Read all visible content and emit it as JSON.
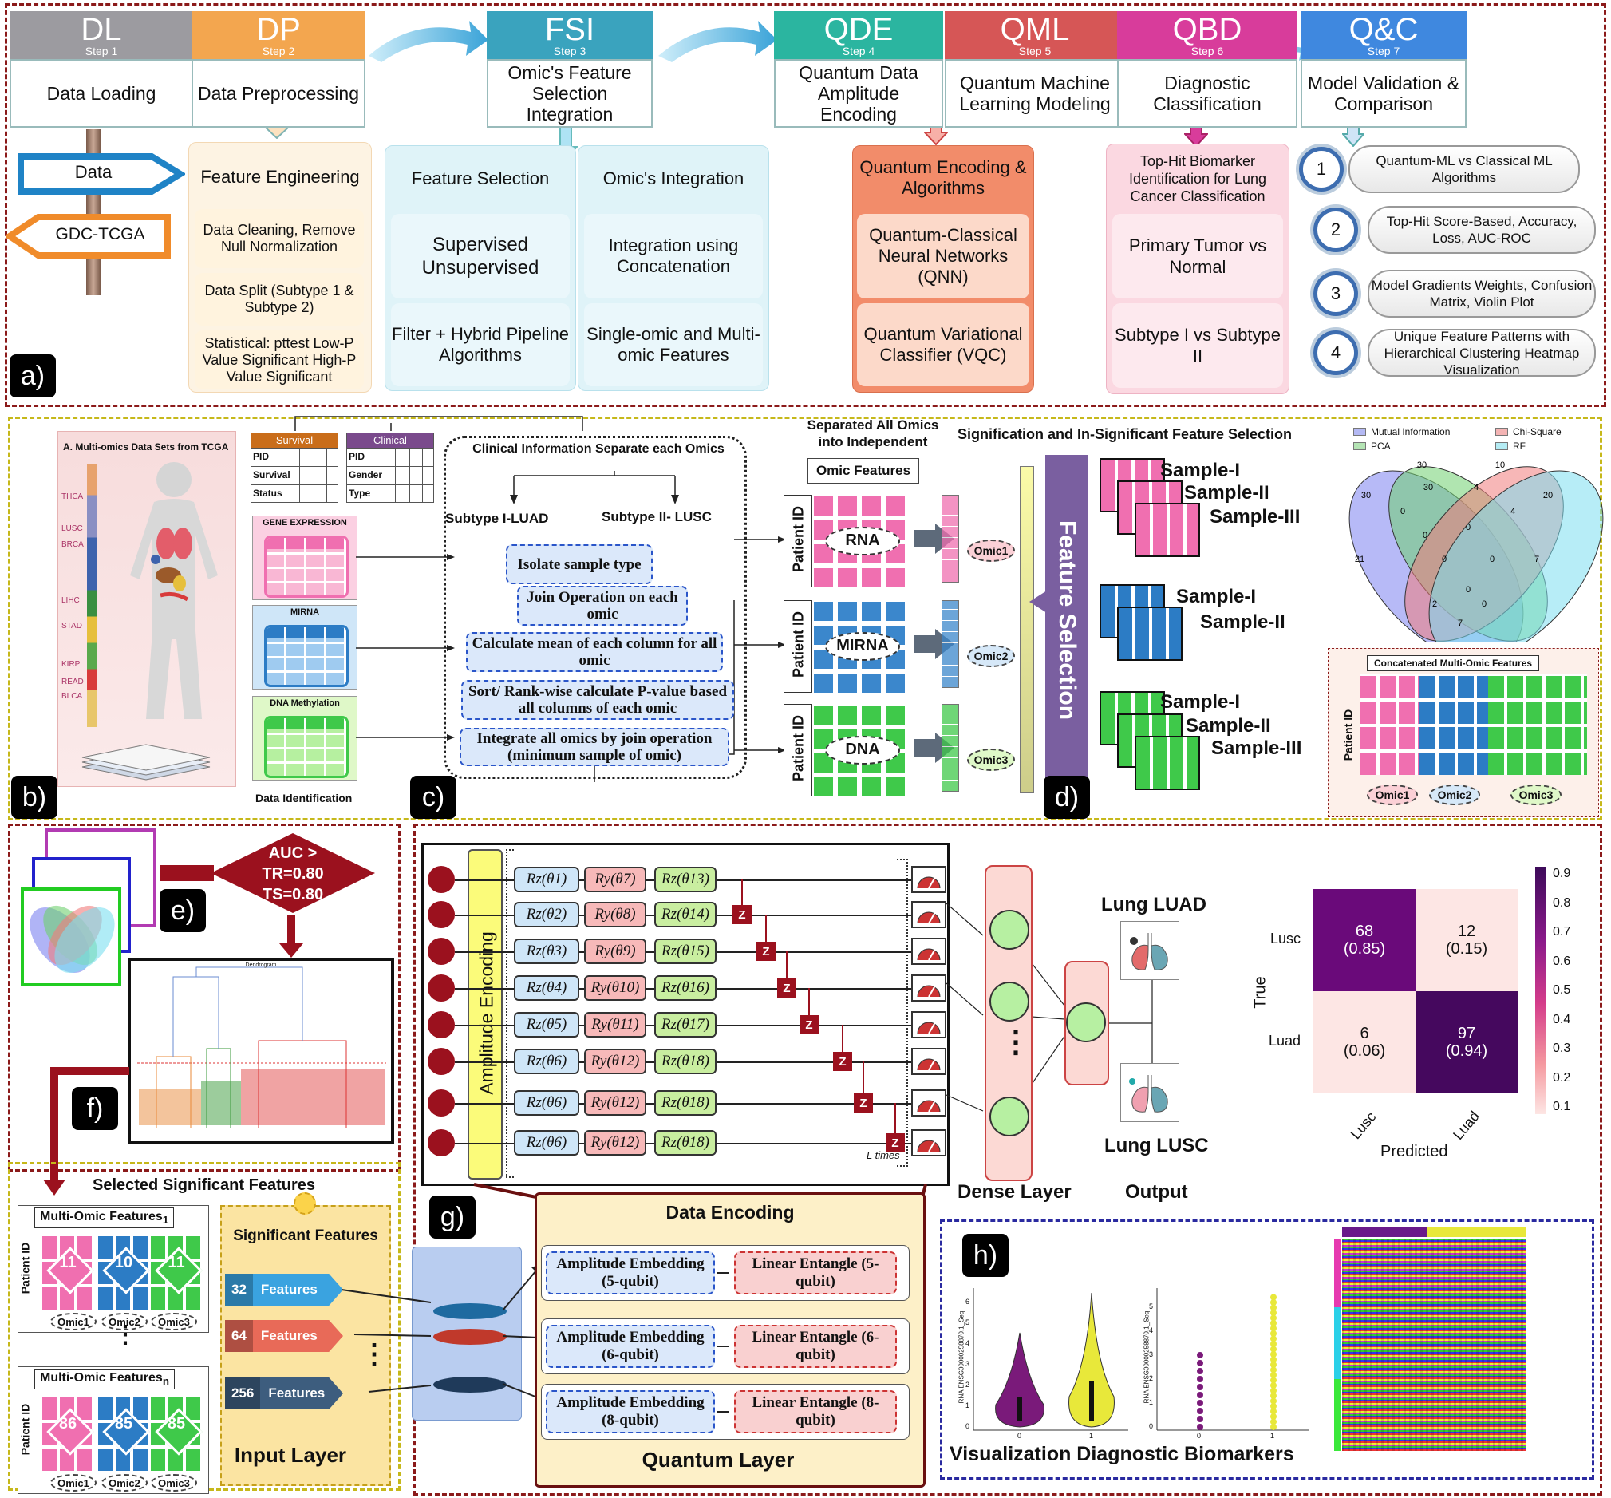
{
  "steps": [
    {
      "ab": "DL",
      "step": "Step 1",
      "title": "Data Loading",
      "color": "#9c9ba0"
    },
    {
      "ab": "DP",
      "step": "Step 2",
      "title": "Data Preprocessing",
      "color": "#f3a64f"
    },
    {
      "ab": "FSI",
      "step": "Step 3",
      "title": "Omic's Feature Selection Integration",
      "color": "#3aa3be"
    },
    {
      "ab": "QDE",
      "step": "Step 4",
      "title": "Quantum Data Amplitude Encoding",
      "color": "#2bb5a0"
    },
    {
      "ab": "QML",
      "step": "Step 5",
      "title": "Quantum Machine Learning Modeling",
      "color": "#d65656"
    },
    {
      "ab": "QBD",
      "step": "Step 6",
      "title": "Diagnostic Classification",
      "color": "#d83c9b"
    },
    {
      "ab": "Q&C",
      "step": "Step 7",
      "title": "Model Validation & Comparison",
      "color": "#3f88df"
    }
  ],
  "signs": {
    "data": "Data",
    "gdc": "GDC-TCGA"
  },
  "fe": {
    "title": "Feature Engineering",
    "items": [
      "Data Cleaning, Remove Null Normalization",
      "Data Split (Subtype 1 & Subtype 2)",
      "Statistical: pttest Low-P Value Significant High-P Value Significant"
    ]
  },
  "fs": {
    "title": "Feature Selection",
    "items": [
      "Supervised Unsupervised",
      "Filter + Hybrid Pipeline Algorithms"
    ]
  },
  "oi": {
    "title": "Omic's Integration",
    "items": [
      "Integration using Concatenation",
      "Single-omic and Multi-omic Features"
    ]
  },
  "qe": {
    "title": "Quantum Encoding & Algorithms",
    "items": [
      "Quantum-Classical Neural Networks (QNN)",
      "Quantum Variational Classifier (VQC)"
    ]
  },
  "tb": {
    "title": "Top-Hit Biomarker Identification for Lung Cancer Classification",
    "items": [
      "Primary Tumor vs Normal",
      "Subtype I vs Subtype II"
    ]
  },
  "qc": [
    {
      "n": "1",
      "text": "Quantum-ML vs Classical ML Algorithms"
    },
    {
      "n": "2",
      "text": "Top-Hit Score-Based, Accuracy, Loss, AUC-ROC"
    },
    {
      "n": "3",
      "text": "Model Gradients Weights, Confusion Matrix, Violin Plot"
    },
    {
      "n": "4",
      "text": "Unique Feature Patterns with Hierarchical Clustering Heatmap Visualization"
    }
  ],
  "labels": {
    "a": "a)",
    "b": "b)",
    "c": "c)",
    "d": "d)",
    "e": "e)",
    "f": "f)",
    "g": "g)",
    "h": "h)"
  },
  "b": {
    "tcga_title": "A. Multi-omics Data Sets from TCGA",
    "cancers": [
      "THCA",
      "LUSC",
      "BRCA",
      "LIHC",
      "STAD",
      "KIRP",
      "READ",
      "BLCA"
    ],
    "survival": {
      "title": "Survival",
      "rows": [
        "PID",
        "Survival",
        "Status"
      ]
    },
    "clinical": {
      "title": "Clinical",
      "rows": [
        "PID",
        "Gender",
        "Type"
      ]
    },
    "omics": [
      "GENE EXPRESSION",
      "MIRNA",
      "DNA Methylation"
    ],
    "data_id": "Data Identification"
  },
  "c": {
    "title": "Clinical Information Separate each Omics",
    "sub1": "Subtype I-LUAD",
    "sub2": "Subtype II- LUSC",
    "steps": [
      "Isolate sample type",
      "Join Operation on each omic",
      "Calculate mean of each column for all omic",
      "Sort/ Rank-wise calculate P-value based all columns of each omic",
      "Integrate all omics by join operation (minimum sample of omic)"
    ],
    "sep": "Separated All Omics into Independent",
    "omic_features": "Omic Features",
    "patient_id": "Patient ID",
    "omics": [
      {
        "name": "RNA",
        "tag": "Omic1",
        "color": "#f06fb0"
      },
      {
        "name": "MIRNA",
        "tag": "Omic2",
        "color": "#3b87cc"
      },
      {
        "name": "DNA",
        "tag": "Omic3",
        "color": "#3fc94a"
      }
    ]
  },
  "d": {
    "title": "Signification and In-Significant Feature Selection",
    "fs": "Feature Selection",
    "samples": [
      [
        "Sample-I",
        "Sample-II",
        "Sample-III"
      ],
      [
        "Sample-I",
        "Sample-II"
      ],
      [
        "Sample-I",
        "Sample-II",
        "Sample-III"
      ]
    ],
    "venn_legend": [
      "Mutual Information",
      "Chi-Square",
      "PCA",
      "RF"
    ],
    "venn_nums": [
      "30",
      "10",
      "30",
      "20",
      "21",
      "0",
      "30",
      "4",
      "4",
      "7",
      "0",
      "0",
      "0",
      "0",
      "0",
      "2",
      "0",
      "7"
    ],
    "concat": "Concatenated Multi-Omic Features",
    "omic_tags": [
      "Omic1",
      "Omic2",
      "Omic3"
    ]
  },
  "e": {
    "auc": [
      "AUC >",
      "TR=0.80",
      "TS=0.80"
    ],
    "dendro": "Dendrogram"
  },
  "f": {
    "title": "Selected Significant Features",
    "mof1": "Multi-Omic Features",
    "sub1": "1",
    "subn": "n",
    "counts1": [
      "11",
      "10",
      "11"
    ],
    "countsn": [
      "86",
      "85",
      "85"
    ],
    "omic_tags": [
      "Omic1",
      "Omic2",
      "Omic3"
    ],
    "sig": "Significant Features",
    "feats": [
      {
        "n": "32",
        "label": "Features",
        "color": "#3aa3e0"
      },
      {
        "n": "64",
        "label": "Features",
        "color": "#e86a58"
      },
      {
        "n": "256",
        "label": "Features",
        "color": "#3d5d7e"
      }
    ],
    "input": "Input Layer",
    "patient_id": "Patient ID"
  },
  "g": {
    "amp": "Amplitude Encoding",
    "rows": [
      [
        "Rz(θ1)",
        "Ry(θ7)",
        "Rz(θ13)"
      ],
      [
        "Rz(θ2)",
        "Ry(θ8)",
        "Rz(θ14)"
      ],
      [
        "Rz(θ3)",
        "Ry(θ9)",
        "Rz(θ15)"
      ],
      [
        "Rz(θ4)",
        "Ry(θ10)",
        "Rz(θ16)"
      ],
      [
        "Rz(θ5)",
        "Ry(θ11)",
        "Rz(θ17)"
      ],
      [
        "Rz(θ6)",
        "Ry(θ12)",
        "Rz(θ18)"
      ],
      [
        "Rz(θ6)",
        "Ry(θ12)",
        "Rz(θ18)"
      ],
      [
        "Rz(θ6)",
        "Ry(θ12)",
        "Rz(θ18)"
      ]
    ],
    "z": "Z",
    "ltimes": "L times",
    "dense": "Dense Layer",
    "output": "Output",
    "luad": "Lung LUAD",
    "lusc": "Lung LUSC",
    "data_enc": "Data Encoding",
    "enc": [
      [
        "Amplitude Embedding (5-qubit)",
        "Linear Entangle (5-qubit)"
      ],
      [
        "Amplitude Embedding (6-qubit)",
        "Linear Entangle (6-qubit)"
      ],
      [
        "Amplitude Embedding (8-qubit)",
        "Linear Entangle (8-qubit)"
      ]
    ],
    "qlayer": "Quantum Layer"
  },
  "cm": {
    "cells": [
      [
        "68",
        "(0.85)"
      ],
      [
        "12",
        "(0.15)"
      ],
      [
        "6",
        "(0.06)"
      ],
      [
        "97",
        "(0.94)"
      ]
    ],
    "rows": [
      "Lusc",
      "Luad"
    ],
    "cols": [
      "Lusc",
      "Luad"
    ],
    "ylabel": "True",
    "xlabel": "Predicted",
    "ticks": [
      "0.9",
      "0.8",
      "0.7",
      "0.6",
      "0.5",
      "0.4",
      "0.3",
      "0.2",
      "0.1"
    ]
  },
  "h": {
    "title": "Visualization Diagnostic Biomarkers",
    "ylab": "RNA ENSG00000258870.1_Seq",
    "xt": [
      "0",
      "1"
    ],
    "yt1": [
      "0",
      "1",
      "2",
      "3",
      "4",
      "5",
      "6"
    ],
    "yt2": [
      "0",
      "1",
      "2",
      "3",
      "4",
      "5"
    ]
  }
}
